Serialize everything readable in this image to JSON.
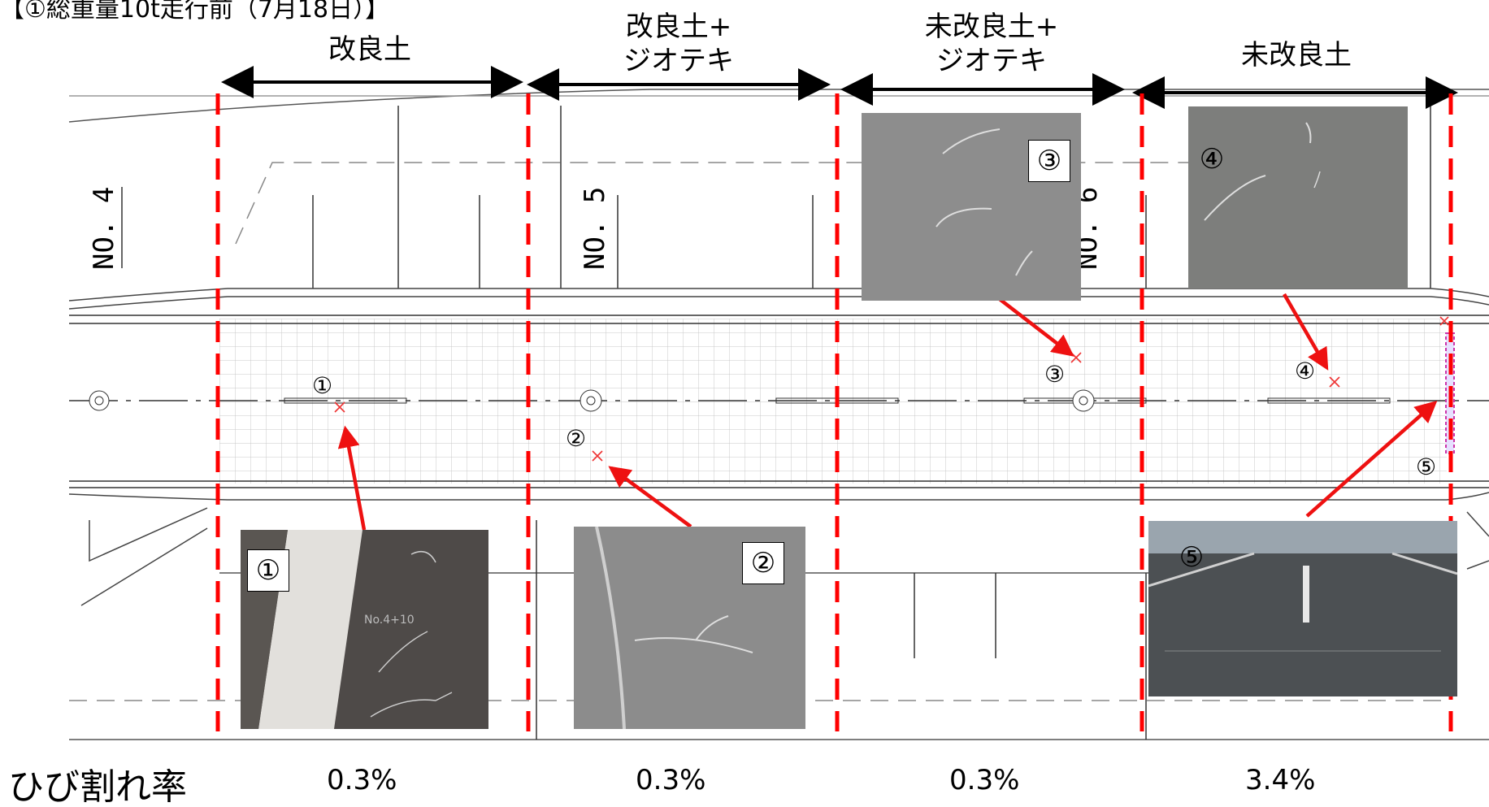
{
  "title": "【①総重量10t走行前（7月18日）】",
  "sections": [
    {
      "line1": "改良土",
      "line2": "",
      "rate": "0.3%"
    },
    {
      "line1": "改良土+",
      "line2": "ジオテキ",
      "rate": "0.3%"
    },
    {
      "line1": "未改良土+",
      "line2": "ジオテキ",
      "rate": "0.3%"
    },
    {
      "line1": "未改良土",
      "line2": "",
      "rate": "3.4%"
    }
  ],
  "rate_label": "ひび割れ率",
  "stations": [
    "NO. 4",
    "NO. 5",
    "NO. 6"
  ],
  "photo_labels": [
    "①",
    "②",
    "③",
    "④",
    "⑤"
  ],
  "photo_note": "No.4+10",
  "colors": {
    "boundary": "#ff0000",
    "arrow": "#ee1111",
    "grid": "#c8c8c8",
    "asphalt": "#8a8a8a"
  }
}
